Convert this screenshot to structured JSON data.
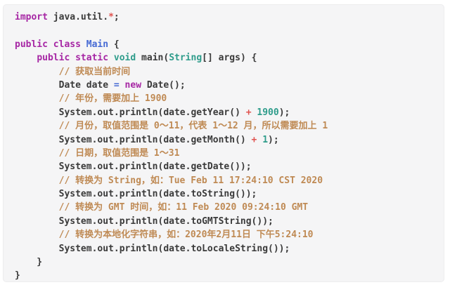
{
  "page": {
    "background": "#ffffff"
  },
  "code_block": {
    "language": "java",
    "background": "#f5f5f6",
    "border_color": "#ededee",
    "colors": {
      "plain": "#3a3a3a",
      "keyword": "#a626a4",
      "title": "#4569d4",
      "type": "#2e9c8b",
      "operator": "#e0524e",
      "assign": "#4569d4",
      "comment": "#bf8a54"
    },
    "lines": [
      [
        {
          "k": "keyword",
          "s": "import"
        },
        {
          "k": "plain",
          "s": " java.util."
        },
        {
          "k": "operator",
          "s": "*"
        },
        {
          "k": "plain",
          "s": ";"
        }
      ],
      [],
      [
        {
          "k": "keyword",
          "s": "public"
        },
        {
          "k": "plain",
          "s": " "
        },
        {
          "k": "keyword",
          "s": "class"
        },
        {
          "k": "plain",
          "s": " "
        },
        {
          "k": "title",
          "s": "Main"
        },
        {
          "k": "plain",
          "s": " {"
        }
      ],
      [
        {
          "k": "plain",
          "s": "    "
        },
        {
          "k": "keyword",
          "s": "public"
        },
        {
          "k": "plain",
          "s": " "
        },
        {
          "k": "keyword",
          "s": "static"
        },
        {
          "k": "plain",
          "s": " "
        },
        {
          "k": "type",
          "s": "void"
        },
        {
          "k": "plain",
          "s": " main("
        },
        {
          "k": "type",
          "s": "String"
        },
        {
          "k": "plain",
          "s": "[] args) {"
        }
      ],
      [
        {
          "k": "plain",
          "s": "        "
        },
        {
          "k": "comment",
          "s": "// 获取当前时间"
        }
      ],
      [
        {
          "k": "plain",
          "s": "        Date date "
        },
        {
          "k": "assign",
          "s": "="
        },
        {
          "k": "plain",
          "s": " "
        },
        {
          "k": "keyword",
          "s": "new"
        },
        {
          "k": "plain",
          "s": " Date();"
        }
      ],
      [
        {
          "k": "plain",
          "s": "        "
        },
        {
          "k": "comment",
          "s": "// 年份，需要加上 1900"
        }
      ],
      [
        {
          "k": "plain",
          "s": "        System.out.println(date.getYear() "
        },
        {
          "k": "operator",
          "s": "+"
        },
        {
          "k": "plain",
          "s": " "
        },
        {
          "k": "type",
          "s": "1900"
        },
        {
          "k": "plain",
          "s": ");"
        }
      ],
      [
        {
          "k": "plain",
          "s": "        "
        },
        {
          "k": "comment",
          "s": "// 月份，取值范围是 0～11，代表 1～12 月，所以需要加上 1"
        }
      ],
      [
        {
          "k": "plain",
          "s": "        System.out.println(date.getMonth() "
        },
        {
          "k": "operator",
          "s": "+"
        },
        {
          "k": "plain",
          "s": " "
        },
        {
          "k": "type",
          "s": "1"
        },
        {
          "k": "plain",
          "s": ");"
        }
      ],
      [
        {
          "k": "plain",
          "s": "        "
        },
        {
          "k": "comment",
          "s": "// 日期，取值范围是 1～31"
        }
      ],
      [
        {
          "k": "plain",
          "s": "        System.out.println(date.getDate());"
        }
      ],
      [
        {
          "k": "plain",
          "s": "        "
        },
        {
          "k": "comment",
          "s": "// 转换为 String，如：Tue Feb 11 17:24:10 CST 2020"
        }
      ],
      [
        {
          "k": "plain",
          "s": "        System.out.println(date.toString());"
        }
      ],
      [
        {
          "k": "plain",
          "s": "        "
        },
        {
          "k": "comment",
          "s": "// 转换为 GMT 时间，如：11 Feb 2020 09:24:10 GMT"
        }
      ],
      [
        {
          "k": "plain",
          "s": "        System.out.println(date.toGMTString());"
        }
      ],
      [
        {
          "k": "plain",
          "s": "        "
        },
        {
          "k": "comment",
          "s": "// 转换为本地化字符串，如：2020年2月11日 下午5:24:10"
        }
      ],
      [
        {
          "k": "plain",
          "s": "        System.out.println(date.toLocaleString());"
        }
      ],
      [
        {
          "k": "plain",
          "s": "    }"
        }
      ],
      [
        {
          "k": "plain",
          "s": "}"
        }
      ]
    ]
  }
}
